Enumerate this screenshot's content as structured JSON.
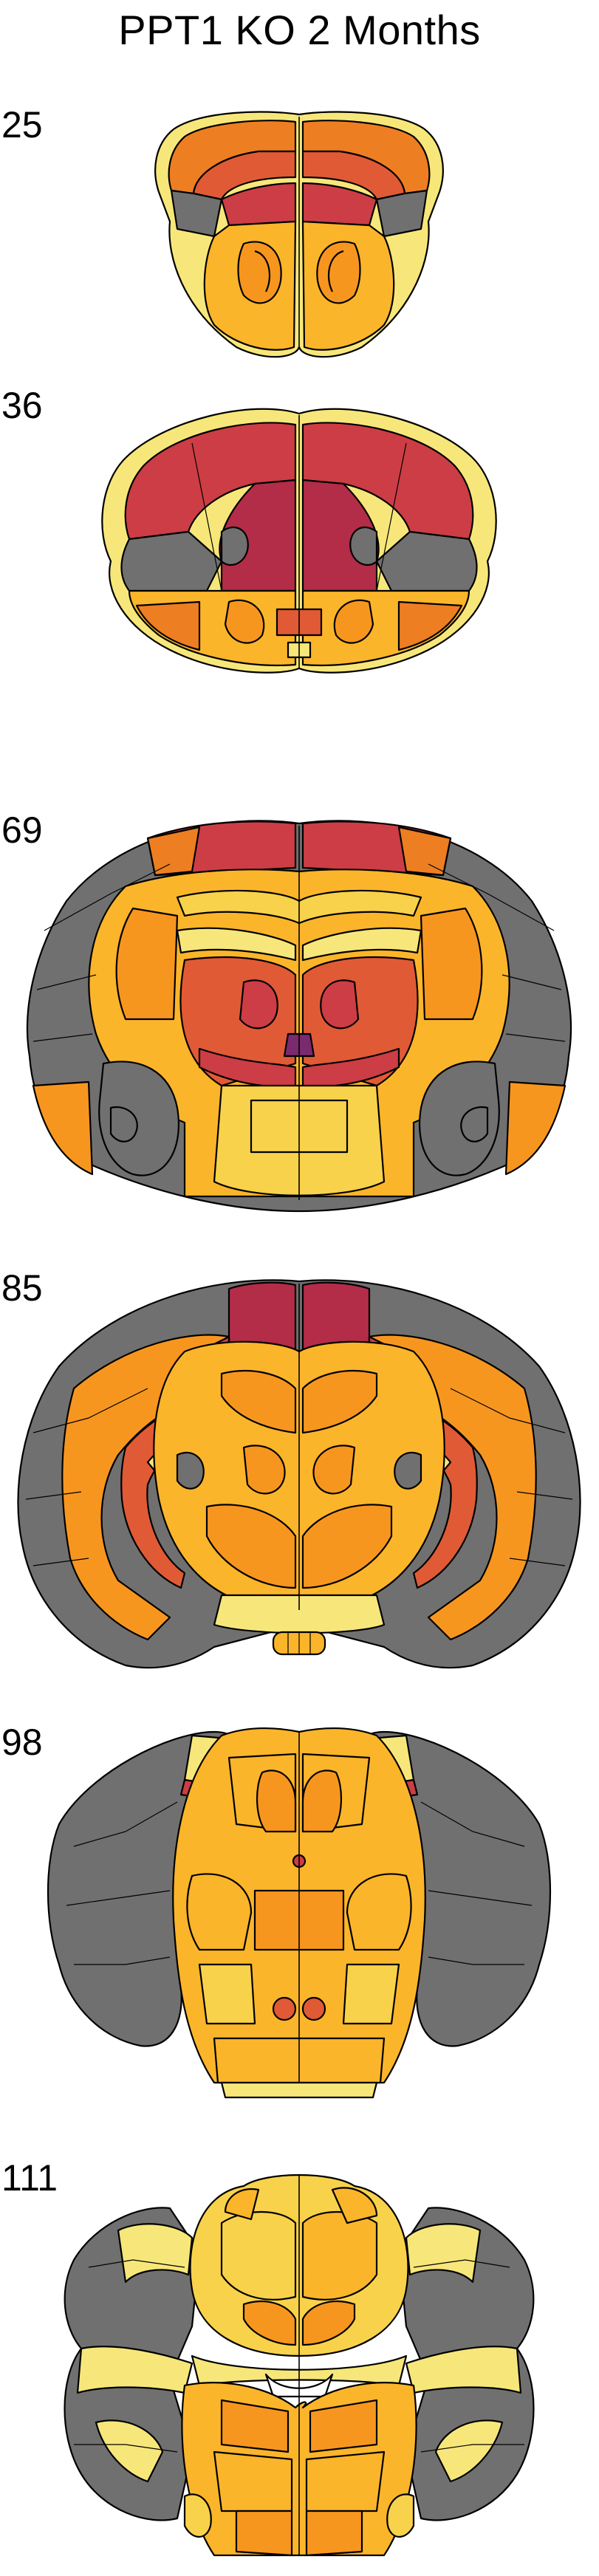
{
  "title": "PPT1 KO 2 Months",
  "sections": [
    {
      "label": "25"
    },
    {
      "label": "36"
    },
    {
      "label": "69"
    },
    {
      "label": "85"
    },
    {
      "label": "98"
    },
    {
      "label": "111"
    }
  ],
  "colors": {
    "gray": "#707070",
    "pale_yellow": "#f7e77a",
    "yellow": "#f8d24a",
    "light_orange": "#fbb52a",
    "orange": "#f7961f",
    "dark_orange": "#ee7e22",
    "red_orange": "#e05a36",
    "red": "#cc3d45",
    "dark_red": "#b32c48",
    "purple": "#7a2a6e"
  }
}
